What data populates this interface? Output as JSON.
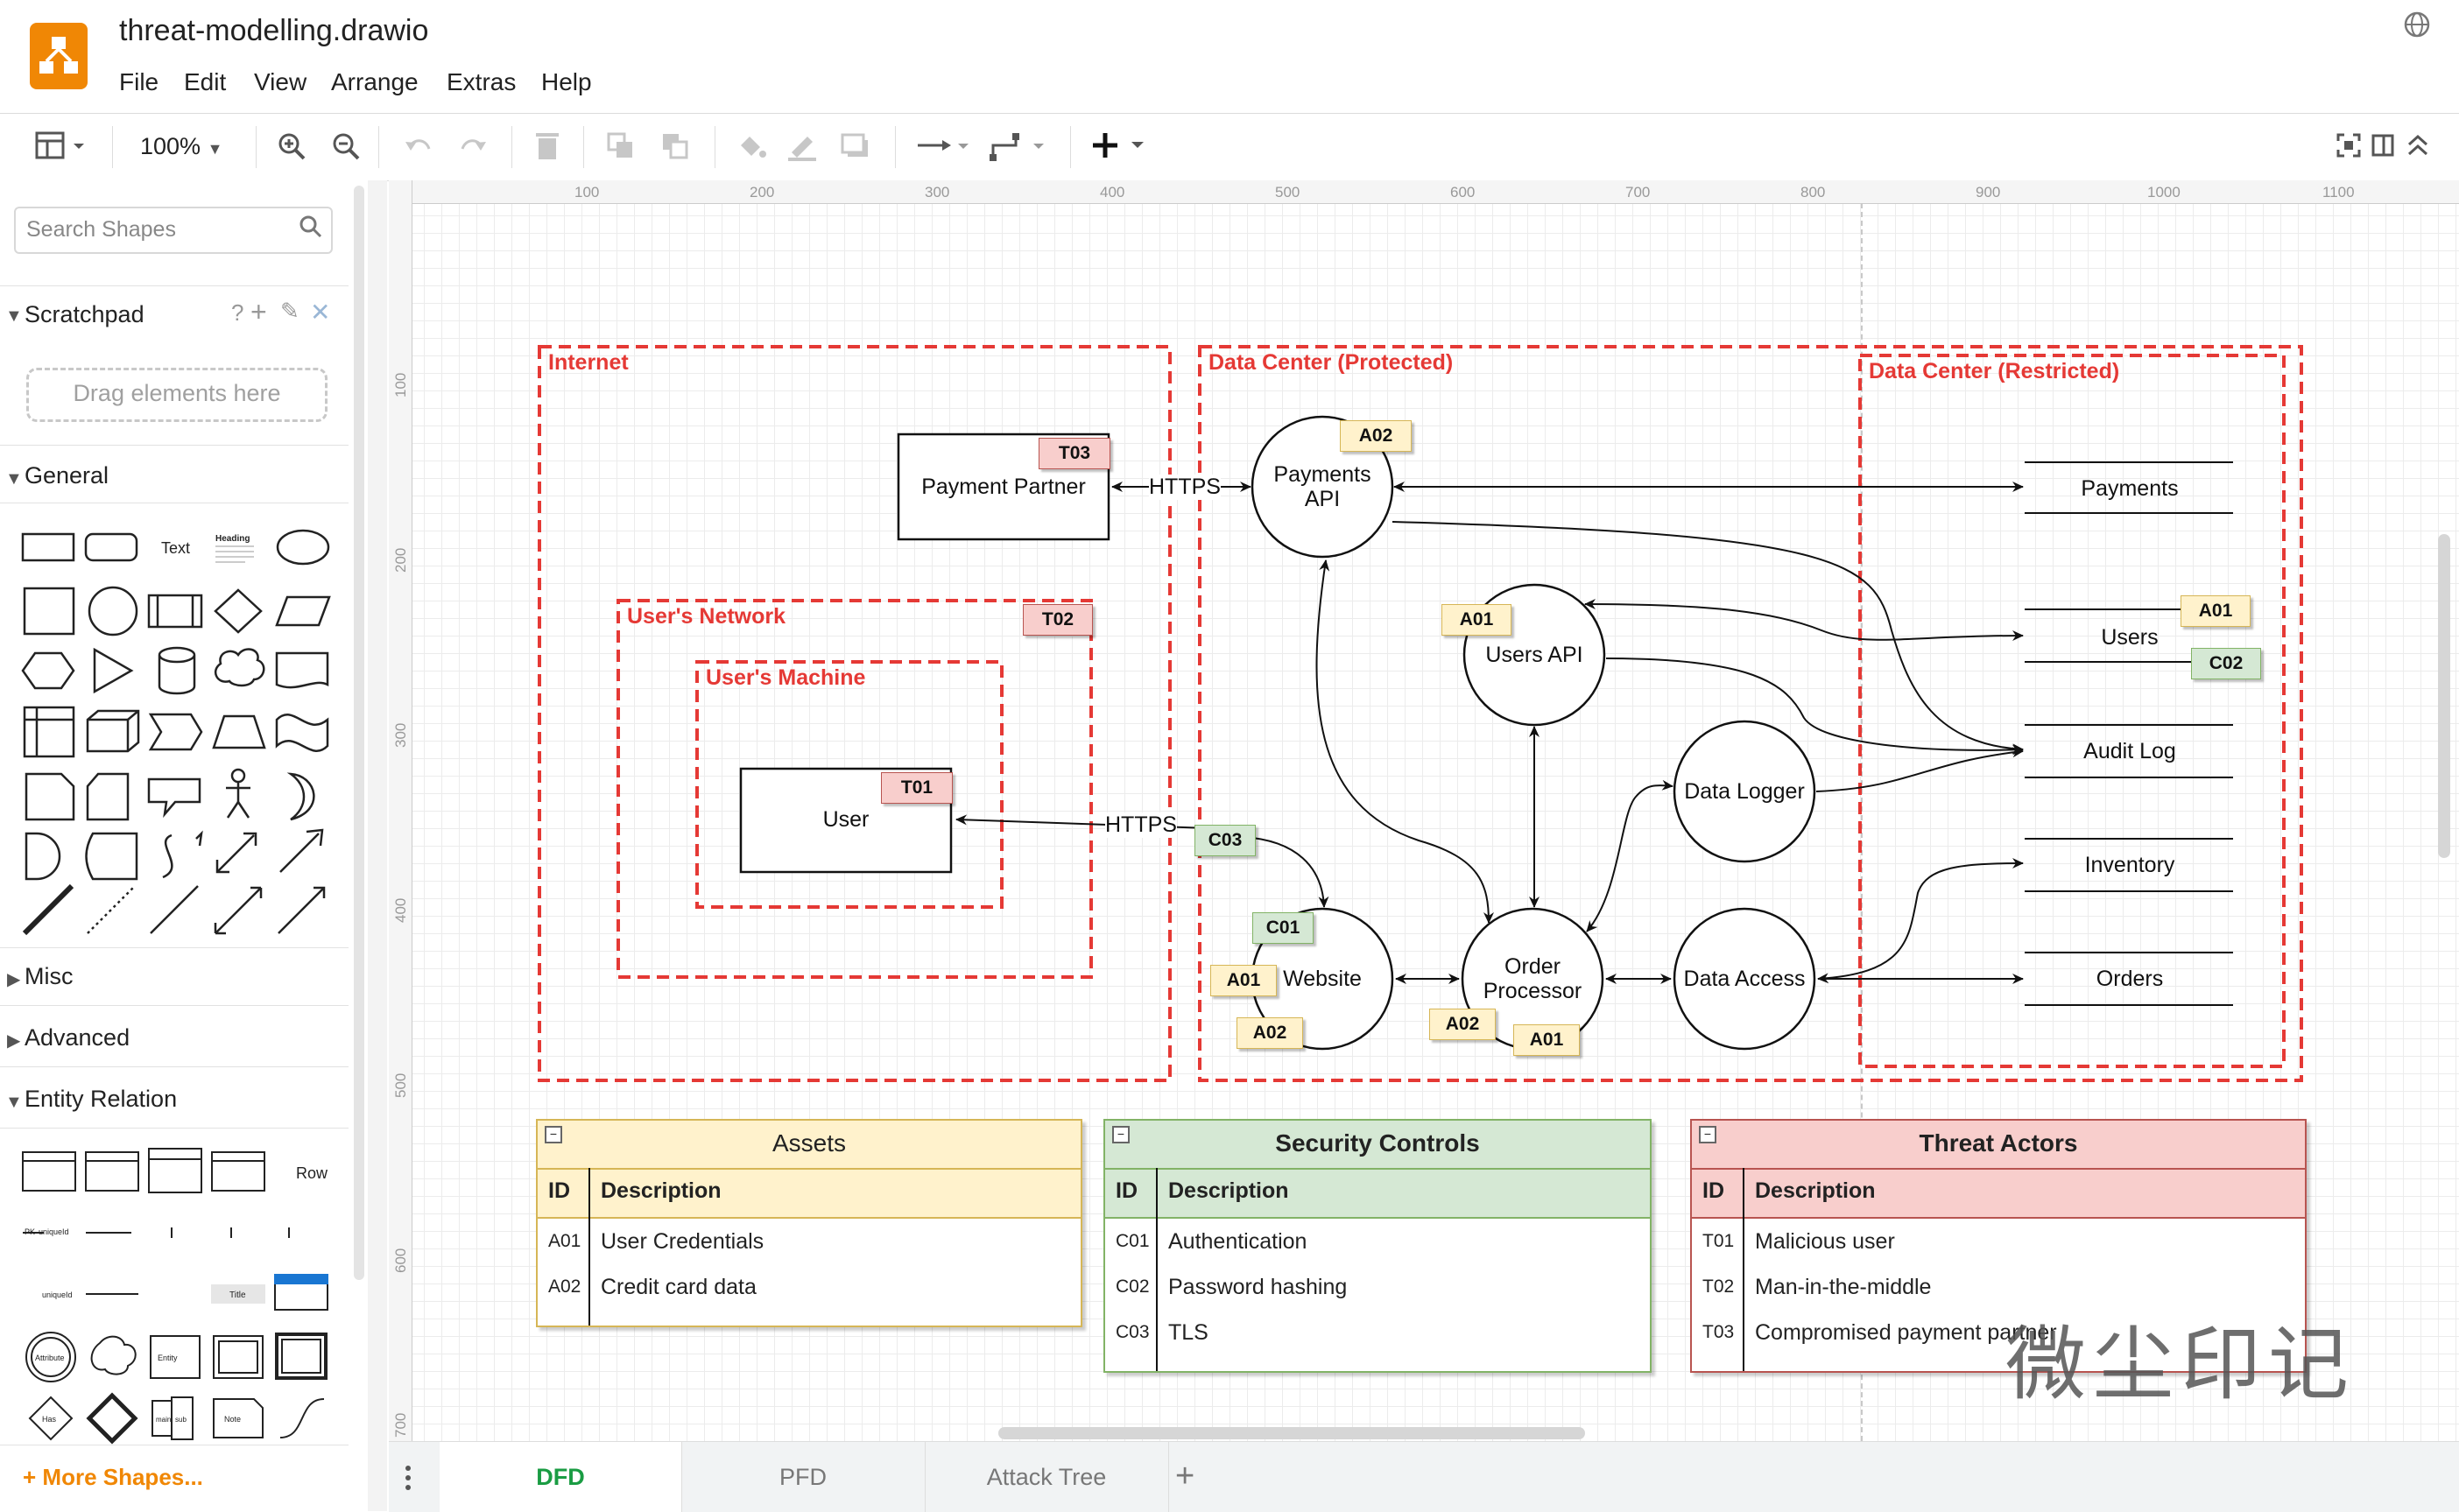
{
  "app": {
    "file_title": "threat-modelling.drawio",
    "menu": [
      "File",
      "Edit",
      "View",
      "Arrange",
      "Extras",
      "Help"
    ],
    "globe_icon": "globe-icon"
  },
  "toolbar": {
    "zoom": "100%"
  },
  "sidebar": {
    "search_placeholder": "Search Shapes",
    "scratchpad": "Scratchpad",
    "scratchpad_help": "?",
    "scratchpad_add": "+",
    "drag_here": "Drag elements here",
    "general": "General",
    "misc": "Misc",
    "advanced": "Advanced",
    "entity_relation": "Entity Relation",
    "more_shapes": "+ More Shapes...",
    "shape_text": "Text",
    "shape_heading": "Heading",
    "er_row": "Row",
    "er_title": "Title",
    "er_pk": "PK",
    "er_unique": "uniqueId",
    "er_attribute": "Attribute",
    "er_entity": "Entity",
    "er_has": "Has",
    "er_main": "main",
    "er_sub": "sub",
    "er_note": "Note"
  },
  "rulers": {
    "top": [
      "100",
      "200",
      "300",
      "400",
      "500",
      "600",
      "700",
      "800",
      "900",
      "1000",
      "1100"
    ],
    "left": [
      "100",
      "200",
      "300",
      "400",
      "500",
      "600",
      "700"
    ]
  },
  "diagram": {
    "zones": {
      "internet": "Internet",
      "dc_protected": "Data Center (Protected)",
      "dc_restricted": "Data Center (Restricted)",
      "users_network": "User's Network",
      "users_machine": "User's Machine"
    },
    "nodes": {
      "payment_partner": "Payment Partner",
      "user": "User",
      "payments_api": "Payments API",
      "users_api": "Users API",
      "data_logger": "Data Logger",
      "website": "Website",
      "order_processor": "Order Processor",
      "data_access": "Data Access"
    },
    "stores": [
      "Payments",
      "Users",
      "Audit Log",
      "Inventory",
      "Orders"
    ],
    "edge_labels": {
      "https1": "HTTPS",
      "https2": "HTTPS"
    },
    "badges": {
      "T01": "T01",
      "T02": "T02",
      "T03": "T03",
      "A01": "A01",
      "A02": "A02",
      "C01": "C01",
      "C02": "C02",
      "C03": "C03"
    }
  },
  "tables": {
    "assets": {
      "title": "Assets",
      "col_id": "ID",
      "col_desc": "Description",
      "rows": [
        [
          "A01",
          "User Credentials"
        ],
        [
          "A02",
          "Credit card data"
        ]
      ]
    },
    "controls": {
      "title": "Security Controls",
      "col_id": "ID",
      "col_desc": "Description",
      "rows": [
        [
          "C01",
          "Authentication"
        ],
        [
          "C02",
          "Password hashing"
        ],
        [
          "C03",
          "TLS"
        ]
      ]
    },
    "threats": {
      "title": "Threat Actors",
      "col_id": "ID",
      "col_desc": "Description",
      "rows": [
        [
          "T01",
          "Malicious user"
        ],
        [
          "T02",
          "Man-in-the-middle"
        ],
        [
          "T03",
          "Compromised payment partner"
        ]
      ]
    }
  },
  "tabs": [
    "DFD",
    "PFD",
    "Attack Tree"
  ],
  "watermark": "微尘印记",
  "colors": {
    "zone_red": "#e53935",
    "brand_orange": "#f08705",
    "active_tab": "#1a9c43",
    "asset_fill": "#fff2cc",
    "control_fill": "#d5e8d4",
    "threat_fill": "#f8cecc"
  }
}
